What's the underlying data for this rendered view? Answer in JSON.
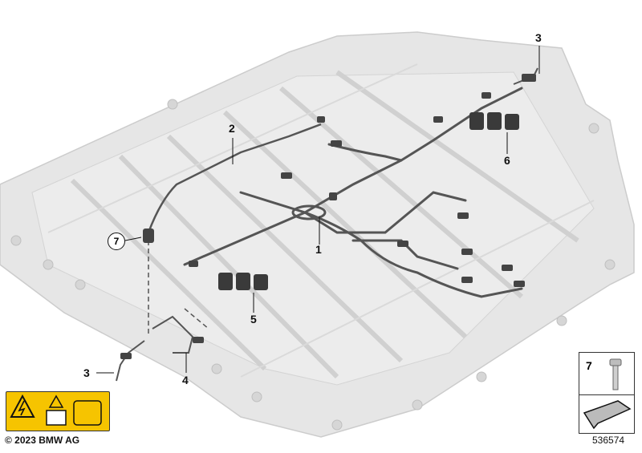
{
  "callouts": {
    "c1": "1",
    "c2": "2",
    "c3_top": "3",
    "c3_bottom": "3",
    "c4": "4",
    "c5": "5",
    "c6": "6",
    "c7": "7"
  },
  "part_box": {
    "number": "7"
  },
  "footer": {
    "copyright": "© 2023 BMW AG",
    "image_number": "536574"
  },
  "colors": {
    "tray": "#e4e4e4",
    "tray_edge": "#c9c9c9",
    "harness": "#555555",
    "warning": "#f6c400"
  }
}
